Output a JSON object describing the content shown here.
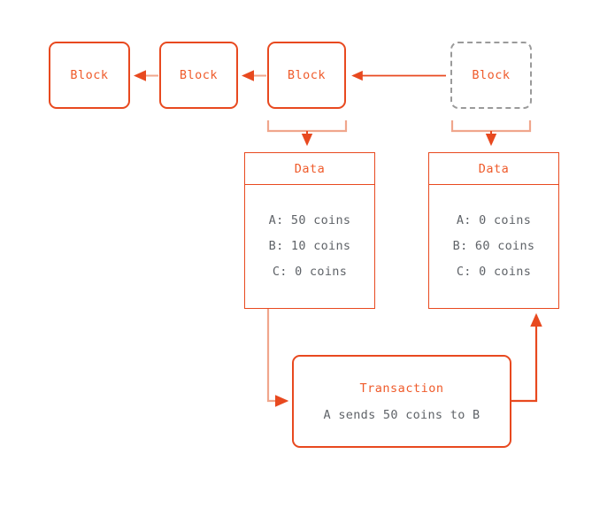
{
  "diagram": {
    "title": "Blockchain transaction state diagram",
    "colors": {
      "primary": "#e8491f",
      "accent_text": "#ef5b2b",
      "light_arrow": "#f0a68c",
      "body_text": "#5f6368",
      "ghost_border": "#9a9a9a",
      "background": "#ffffff"
    },
    "blocks": [
      {
        "label": "Block",
        "state": "confirmed"
      },
      {
        "label": "Block",
        "state": "confirmed"
      },
      {
        "label": "Block",
        "state": "confirmed"
      },
      {
        "label": "Block",
        "state": "pending"
      }
    ],
    "data_boxes": [
      {
        "header": "Data",
        "rows": [
          "A: 50 coins",
          "B: 10 coins",
          "C: 0 coins"
        ]
      },
      {
        "header": "Data",
        "rows": [
          "A: 0 coins",
          "B: 60 coins",
          "C: 0 coins"
        ]
      }
    ],
    "transaction": {
      "title": "Transaction",
      "body": "A sends 50 coins to B"
    }
  }
}
